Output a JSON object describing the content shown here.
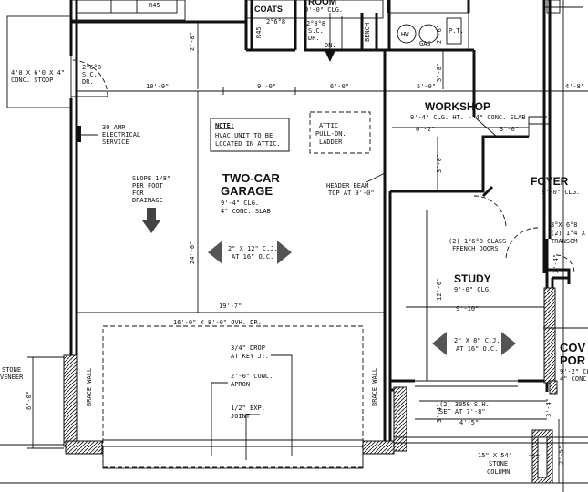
{
  "garage": {
    "title_line1": "TWO-CAR",
    "title_line2": "GARAGE",
    "clg": "9'-4\" CLG.",
    "slab": "4\" CONC. SLAB",
    "slope": [
      "SLOPE 1/8\"",
      "PER FOOT",
      "FOR",
      "DRAINAGE"
    ],
    "note_title": "NOTE:",
    "note_lines": [
      "HVAC UNIT TO BE",
      "LOCATED IN ATTIC."
    ],
    "attic": [
      "ATTIC",
      "PULL-DN.",
      "LADDER"
    ],
    "cj": [
      "2\" X 12\" C.J.",
      "AT 16\" O.C."
    ],
    "electrical": [
      "30 AMP",
      "ELECTRICAL",
      "SERVICE"
    ],
    "header_beam": [
      "HEADER BEAM",
      "TOP AT 9'-0\""
    ],
    "ovh_door": "16'-0\" X 8'-0\" OVH. DR.",
    "drop": [
      "3/4\" DROP",
      "AT KEY JT."
    ],
    "apron": [
      "2'-0\" CONC.",
      "APRON"
    ],
    "exp_joint": [
      "1/2\" EXP.",
      "JOINT"
    ],
    "brace_wall": "BRACE WALL",
    "side_door": [
      "2°6°8",
      "S.C.",
      "DR."
    ],
    "stoop": [
      "4'0 X 6'0 X 4\"",
      "CONC. STOOP"
    ]
  },
  "workshop": {
    "title": "WORKSHOP",
    "sub": "9'-4\" CLG. HT. - 4\" CONC. SLAB",
    "hw": "HW",
    "gas": "GAS",
    "pt": "P.T."
  },
  "study": {
    "title": "STUDY",
    "clg": "9'-0\" CLG.",
    "doors": [
      "(2) 1°6°8 GLASS",
      "FRENCH DOORS"
    ],
    "cj": [
      "2\" X 8\" C.J.",
      "AT 16\" O.C."
    ],
    "window": [
      "(2) 3050 S.H.",
      "SET AT 7'-8\""
    ]
  },
  "foyer": {
    "title": "FOYER",
    "clg": "9'-0\" CLG.",
    "door": [
      "3°X 6°8",
      "(2) 1°4 X 1",
      "TRANSOM"
    ]
  },
  "top": {
    "room": "ROOM",
    "room_clg": "9'-0\" CLG.",
    "coats": "COATS",
    "coats_dr": "2°6°8",
    "r45": "R45",
    "r45b": "R45",
    "dr": [
      "2°8°8",
      "S.C.",
      "DR."
    ],
    "dn": "DN.",
    "bench": "BENCH"
  },
  "cover": {
    "line1": "COV",
    "line2": "POR",
    "line3": "9'-2\" CL",
    "line4": "4\" CONC"
  },
  "stone": {
    "veneer": [
      "STONE",
      "VENEER"
    ],
    "column": [
      "15\" X 54\"",
      "STONE",
      "COLUMN"
    ]
  },
  "dims": {
    "d_10_9": "10'-9\"",
    "d_9_0": "9'-0\"",
    "d_6_0a": "6'-0\"",
    "d_5_0": "5'-0\"",
    "d_4_8": "4'-8\"",
    "d_2_0": "2'-0\"",
    "d_24_0": "24'-0\"",
    "d_19_7": "19'-7\"",
    "d_6_2": "6'-2\"",
    "d_3_0a": "3'-0\"",
    "d_3_0v": "3'-0\"",
    "d_5_8": "5'-8\"",
    "d_2_6": "2'-6\"",
    "d_12_0": "12'-0\"",
    "d_9_10": "9'-10\"",
    "d_2_4": "2'-4\"",
    "d_6_0v": "6'-0\"",
    "d_3_4a": "3'-4\"",
    "d_4_5": "4'-5\"",
    "d_3_4b": "3'-4\"",
    "d_2_5": "2'-5\""
  }
}
